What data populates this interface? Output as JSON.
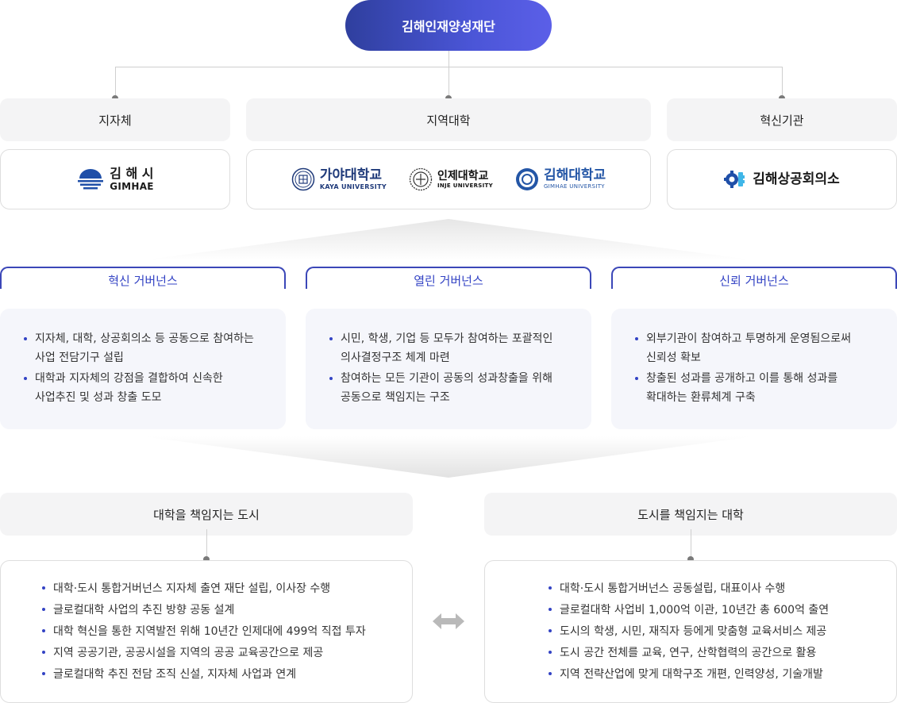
{
  "root": {
    "label": "김해인재양성재단"
  },
  "categories": [
    {
      "label": "지자체"
    },
    {
      "label": "지역대학"
    },
    {
      "label": "혁신기관"
    }
  ],
  "logos": {
    "gimhae_city": {
      "ko": "김 해 시",
      "en": "GIMHAE"
    },
    "kaya": {
      "ko": "가야대학교",
      "en": "KAYA UNIVERSITY"
    },
    "inje": {
      "ko": "인제대학교",
      "en": "INJE UNIVERSITY"
    },
    "gimhae_univ": {
      "ko": "김해대학교",
      "en": "GIMHAE UNIVERSITY"
    },
    "chamber": {
      "ko": "김해상공회의소"
    }
  },
  "governance": [
    {
      "title": "혁신 거버넌스",
      "items": [
        {
          "line1": "지자체, 대학, 상공회의소 등 공동으로 참여하는",
          "line2": "사업 전담기구 설립"
        },
        {
          "line1": "대학과 지자체의 강점을 결합하여 신속한",
          "line2": "사업추진 및 성과 창출 도모"
        }
      ]
    },
    {
      "title": "열린 거버넌스",
      "items": [
        {
          "line1": "시민, 학생, 기업 등 모두가 참여하는 포괄적인",
          "line2": "의사결정구조 체계 마련"
        },
        {
          "line1": "참여하는 모든 기관이 공동의 성과창출을 위해",
          "line2": "공동으로 책임지는 구조"
        }
      ]
    },
    {
      "title": "신뢰 거버넌스",
      "items": [
        {
          "line1": "외부기관이 참여하고 투명하게 운영됨으로써",
          "line2": "신뢰성 확보"
        },
        {
          "line1": "창출된 성과를 공개하고 이를 통해 성과를",
          "line2": "확대하는 환류체계 구축"
        }
      ]
    }
  ],
  "responsibility": [
    {
      "title": "대학을 책임지는 도시",
      "items": [
        "대학·도시 통합거버넌스 지자체 출연 재단 설립, 이사장 수행",
        "글로컬대학 사업의 추진 방향 공동 설계",
        "대학 혁신을 통한 지역발전 위해 10년간 인제대에 499억 직접 투자",
        "지역 공공기관, 공공시설을 지역의 공공 교육공간으로 제공",
        "글로컬대학 추진 전담 조직 신설, 지자체 사업과 연계"
      ]
    },
    {
      "title": "도시를 책임지는 대학",
      "items": [
        "대학·도시 통합거버넌스 공동설립, 대표이사 수행",
        "글로컬대학 사업비 1,000억 이관, 10년간 총 600억 출연",
        "도시의 학생, 시민, 재직자 등에게 맞춤형 교육서비스 제공",
        "도시 공간 전체를 교육, 연구, 산학협력의 공간으로 활용",
        "지역 전략산업에 맞게 대학구조 개편, 인력양성, 기술개발"
      ]
    }
  ],
  "colors": {
    "accent": "#3343c4",
    "gradient_start": "#2f3f9e",
    "gradient_end": "#5b5fe8",
    "kaya": "#1f3a7a",
    "gimhae_univ": "#2456a6"
  }
}
